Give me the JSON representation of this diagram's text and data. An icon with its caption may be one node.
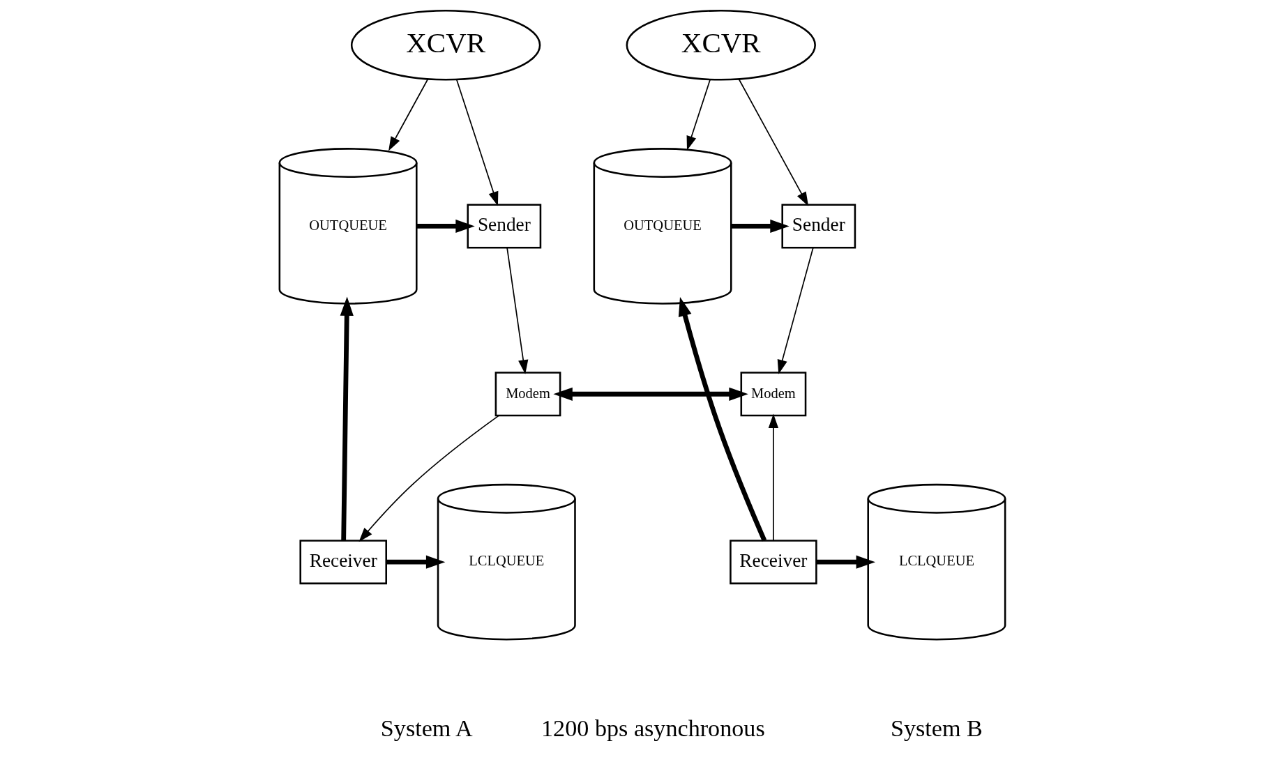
{
  "diagram": {
    "nodes": [
      {
        "text": [
          "XCVR"
        ]
      },
      {
        "text": [
          "OUTQUEUE"
        ]
      },
      {
        "text": [
          "Sender"
        ]
      },
      {
        "text": [
          "Modem"
        ]
      },
      {
        "text": [
          "LCLQUEUE"
        ]
      },
      {
        "text": [
          "Receiver"
        ]
      },
      {
        "text": [
          "XCVR"
        ]
      },
      {
        "text": [
          "Sender"
        ]
      },
      {
        "text": [
          "OUTQUEUE"
        ]
      },
      {
        "text": [
          "Modem"
        ]
      },
      {
        "text": [
          "Receiver"
        ]
      },
      {
        "text": [
          "LCLQUEUE"
        ]
      }
    ],
    "edges": [
      {
        "from": 0,
        "to": 1,
        "arrow": "to"
      },
      {
        "from": 0,
        "to": 2,
        "arrow": "to"
      },
      {
        "from": 1,
        "to": 2,
        "arrow": "to",
        "style": "thick"
      },
      {
        "from": 2,
        "to": 3,
        "arrow": "to"
      },
      {
        "from": 3,
        "to": 5,
        "arrow": "to"
      },
      {
        "from": 5,
        "to": 1,
        "arrow": "to",
        "style": "thick"
      },
      {
        "from": 5,
        "to": 4,
        "arrow": "to",
        "style": "thick"
      },
      {
        "from": 3,
        "to": 9,
        "arrow": "both",
        "style": "thick"
      },
      {
        "from": 6,
        "to": 7,
        "arrow": "to"
      },
      {
        "from": 6,
        "to": 8,
        "arrow": "to"
      },
      {
        "from": 8,
        "to": 7,
        "arrow": "to",
        "style": "thick"
      },
      {
        "from": 7,
        "to": 9,
        "arrow": "to"
      },
      {
        "from": 10,
        "to": 9,
        "arrow": "to"
      },
      {
        "from": 10,
        "to": 8,
        "arrow": "to",
        "style": "thick"
      },
      {
        "from": 10,
        "to": 11,
        "arrow": "to",
        "style": "thick"
      }
    ],
    "labels": [
      "System A",
      "1200 bps asynchronous",
      "System B"
    ]
  }
}
